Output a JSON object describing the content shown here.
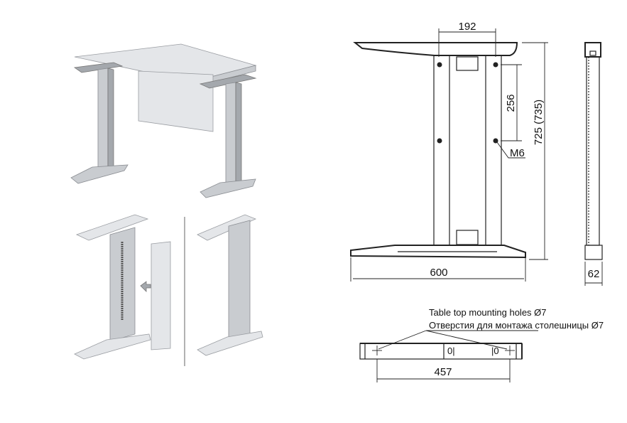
{
  "front_view": {
    "dim_hole_spacing_horizontal": "192",
    "dim_hole_spacing_vertical": "256",
    "dim_height": "725 (735)",
    "thread_label": "M6",
    "dim_width": "600"
  },
  "side_view": {
    "dim_depth": "62"
  },
  "top_view": {
    "note_en": "Table top mounting holes Ø7",
    "note_ru": "Отверстия для монтажа столешницы Ø7",
    "dim_hole_spacing": "457"
  }
}
